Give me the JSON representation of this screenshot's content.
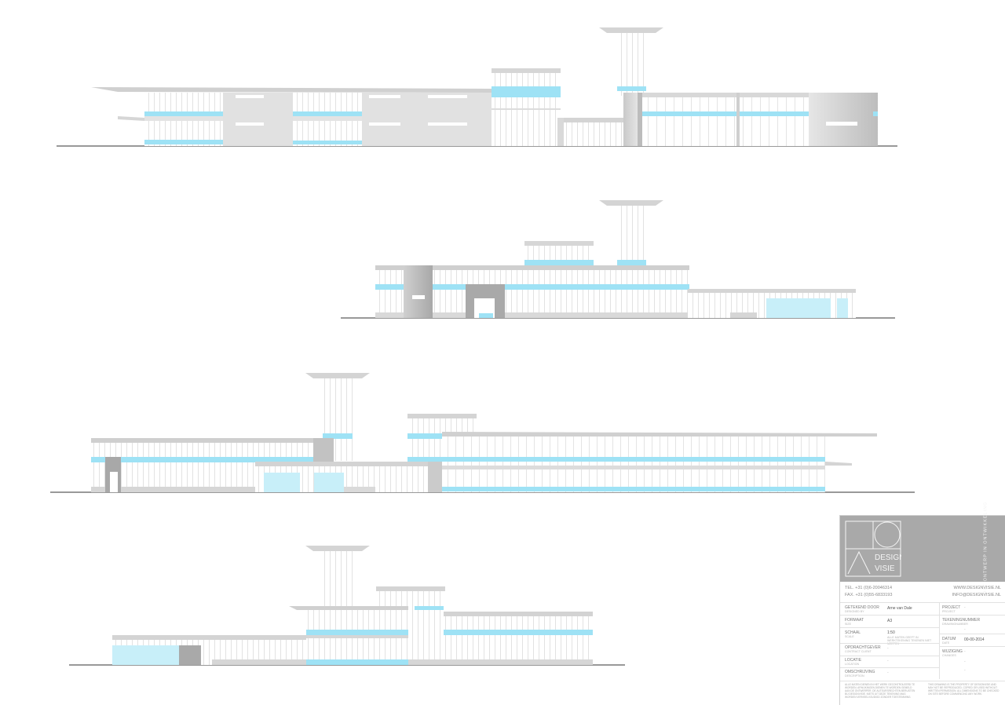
{
  "logo": {
    "word1": "DESIGN",
    "word2": "VISIE"
  },
  "slogan": "MET ONTWERP IN ONTWIKKELING",
  "contact": {
    "tel": "TEL. +31 (0)6-20046314",
    "fax": "FAX. +31 (0)55-6833193",
    "web": "WWW.DESIGNVISIE.NL",
    "email": "INFO@DESIGNVISIE.NL"
  },
  "fields": {
    "drawn_by": {
      "label": "GETEKEND DOOR",
      "sub": "DESIGNED BY",
      "value": "Arne van Dale"
    },
    "format": {
      "label": "FORMAAT",
      "sub": "SIZE",
      "value": "A3"
    },
    "scale": {
      "label": "SCHAAL",
      "sub": "SCALE",
      "value": "1:50",
      "note": "ALLE MATEN GEEFT IN WERKTEKENING TEKENEN NIET MEETEN"
    },
    "client": {
      "label": "OPDRACHTGEVER",
      "sub": "CONTRACT CLIENT"
    },
    "location": {
      "label": "LOCATIE",
      "sub": "LOCATION"
    },
    "description": {
      "label": "OMSCHRIJVING",
      "sub": "DESCRIPTION"
    },
    "project": {
      "label": "PROJECT",
      "sub": "PROJECT"
    },
    "drawing_no": {
      "label": "TEKENINGNUMMER",
      "sub": "DRAWINGNUMBER"
    },
    "date": {
      "label": "DATUM",
      "sub": "DATE",
      "value": "00-00-2014"
    },
    "revision": {
      "label": "WIJZIGING",
      "sub": "CHANGES"
    }
  },
  "dash": "-",
  "notes": {
    "left": "ALLE MATEN DIENEN IN HET WERK GECONTROLEERD TE WORDEN. AFWIJKINGEN DIENEN TE WORDEN GEMELD AAN DE ONTWERPER. DE AUTEURSRECHTEN BERUSTEN BIJ DESIGNVISIE. NIETS UIT DEZE TEKENING MAG WORDEN VERVEELVOUDIGD ZONDER TOESTEMMING.",
    "right": "THIS DRAWING IS THE PROPERTY OF DESIGNVISIE AND MAY NOT BE REPRODUCED, COPIED OR USED WITHOUT WRITTEN PERMISSION. ALL DIMENSIONS TO BE CHECKED ON SITE BEFORE COMMENCING ANY WORK."
  },
  "colors": {
    "glass": "#9ee2f5",
    "facade": "#d9d9d9",
    "facade_dark": "#b9b9b9",
    "grid": "#c8c8c8",
    "title_block": "#a9a9a9"
  }
}
